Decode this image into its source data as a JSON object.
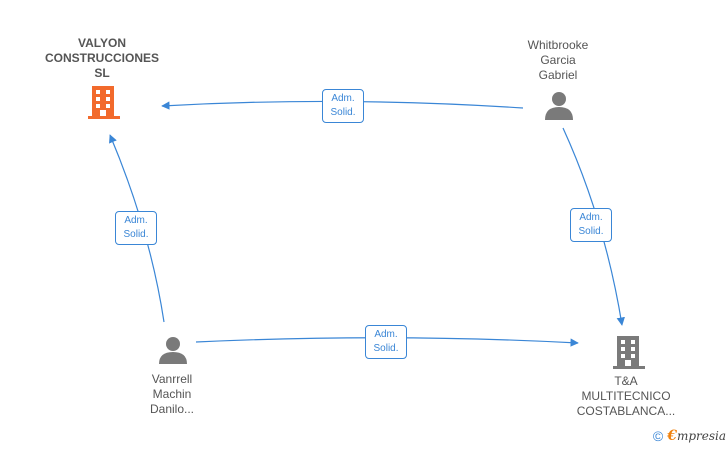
{
  "colors": {
    "edge": "#3a86d6",
    "company_main": "#f26a2c",
    "company_other": "#7a7a7a",
    "person": "#7a7a7a"
  },
  "nodes": {
    "valyon": {
      "label": "VALYON\nCONSTRUCCIONES\nSL",
      "icon": "building-icon"
    },
    "whitbrooke": {
      "label": "Whitbrooke\nGarcia\nGabriel",
      "icon": "person-icon"
    },
    "vanrrell": {
      "label": "Vanrrell\nMachin\nDanilo...",
      "icon": "person-icon"
    },
    "ta": {
      "label": "T&A\nMULTITECNICO\nCOSTABLANCA...",
      "icon": "building-icon"
    }
  },
  "edges": {
    "whitbrooke_valyon": {
      "label": "Adm.\nSolid."
    },
    "whitbrooke_ta": {
      "label": "Adm.\nSolid."
    },
    "vanrrell_valyon": {
      "label": "Adm.\nSolid."
    },
    "vanrrell_ta": {
      "label": "Adm.\nSolid."
    }
  },
  "footer": {
    "copyright_symbol": "©",
    "brand_initial": "€",
    "brand_rest": "mpresia"
  }
}
